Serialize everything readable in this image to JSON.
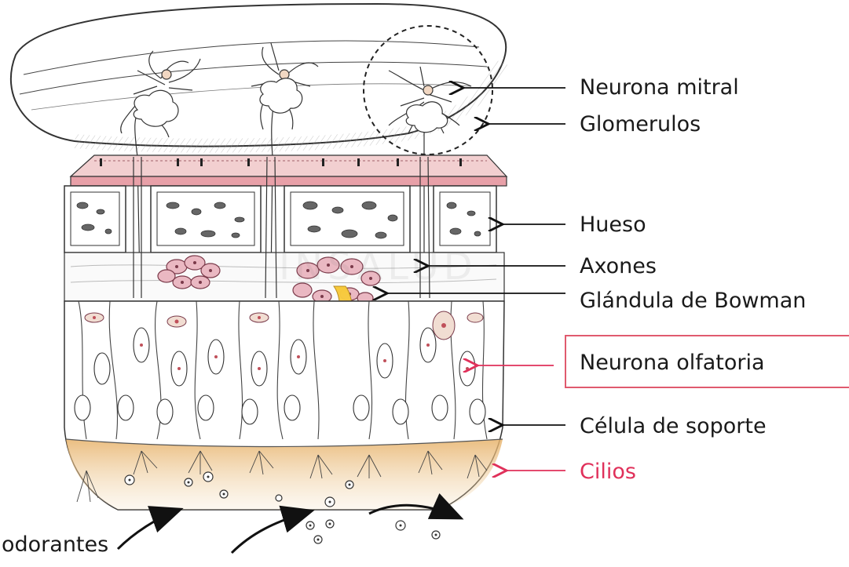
{
  "labels": {
    "neurona_mitral": "Neurona mitral",
    "glomerulos": "Glomerulos",
    "hueso": "Hueso",
    "axones": "Axones",
    "glandula_bowman": "Glándula de Bowman",
    "neurona_olfatoria": "Neurona olfatoria",
    "celula_soporte": "Célula de soporte",
    "cilios": "Cilios",
    "odorantes": "odorantes"
  },
  "colors": {
    "label_text": "#1a1a1a",
    "highlight": "#e0305a",
    "highlight_box": "#e05a6e",
    "bone_band": "#e8a0a8",
    "gland": "#e8b8c0",
    "mucus": "#f5c840",
    "cilia_zone": "#e8b870"
  },
  "watermark": "INSALUD"
}
